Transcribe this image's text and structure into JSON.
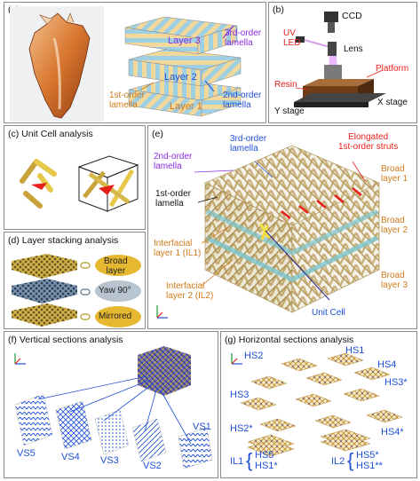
{
  "panels": {
    "a": {
      "tag": "(a)",
      "layers": [
        "Layer 3",
        "Layer 2",
        "Layer 1"
      ],
      "labels": {
        "third_line1": "3rd-order",
        "third_line2": "lamella",
        "second_line1": "2nd-order",
        "second_line2": "lamella",
        "first_line1": "1st-order",
        "first_line2": "lamella"
      }
    },
    "b": {
      "tag": "(b)",
      "ccd": "CCD",
      "uv_line1": "UV",
      "uv_line2": "LED",
      "lens": "Lens",
      "platform": "Platform",
      "resin": "Resin",
      "x_stage": "X stage",
      "y_stage": "Y stage"
    },
    "c": {
      "tag": "(c) Unit Cell analysis"
    },
    "d": {
      "tag": "(d) Layer stacking analysis",
      "broad_line1": "Broad",
      "broad_line2": "layer",
      "yaw": "Yaw 90°",
      "mirrored": "Mirrored"
    },
    "e": {
      "tag": "(e)",
      "third_line1": "3rd-order",
      "third_line2": "lamella",
      "second_line1": "2nd-order",
      "second_line2": "lamella",
      "first_line1": "1st-order",
      "first_line2": "lamella",
      "elong_line1": "Elongated",
      "elong_line2": "1st-order struts",
      "broad1_line1": "Broad",
      "broad1_line2": "layer 1",
      "broad2_line1": "Broad",
      "broad2_line2": "layer 2",
      "broad3_line1": "Broad",
      "broad3_line2": "layer 3",
      "il1_line1": "Interfacial",
      "il1_line2": "layer 1 (IL1)",
      "il2_line1": "Interfacial",
      "il2_line2": "layer 2 (IL2)",
      "unit_cell": "Unit Cell"
    },
    "f": {
      "tag": "(f) Vertical sections analysis",
      "sections": [
        "VS5",
        "VS4",
        "VS3",
        "VS2",
        "VS1"
      ]
    },
    "g": {
      "tag": "(g) Horizontal sections analysis",
      "hs2": "HS2",
      "hs1": "HS1",
      "hs4": "HS4",
      "hs3s": "HS3*",
      "hs3": "HS3",
      "hs2s": "HS2*",
      "hs4s": "HS4*",
      "il1": "IL1",
      "il1_a": "HS5",
      "il1_b": "HS1*",
      "il2": "IL2",
      "il2_a": "HS5*",
      "il2_b": "HS1**"
    }
  },
  "colors": {
    "blue": "#1f4fd6",
    "red": "#e8201c",
    "orange": "#d07a1a",
    "purple": "#8a2be2",
    "strut": "#c9b27c",
    "teal": "#7cc6cf"
  }
}
